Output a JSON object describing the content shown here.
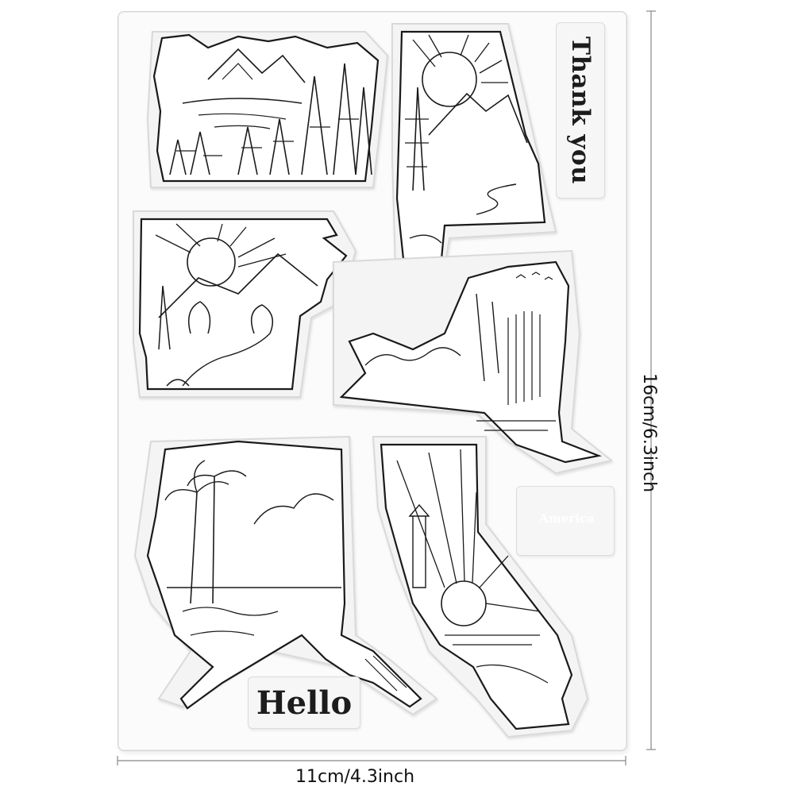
{
  "stamps": {
    "thank_you": "Thank you",
    "hello": "Hello",
    "america": "America"
  },
  "dimensions": {
    "width": "11cm/4.3inch",
    "height": "16cm/6.3inch"
  },
  "colors": {
    "line": "#1a1a1a",
    "stamp_bg": "#f6f6f6",
    "sheet_bg": "#fbfbfb"
  }
}
